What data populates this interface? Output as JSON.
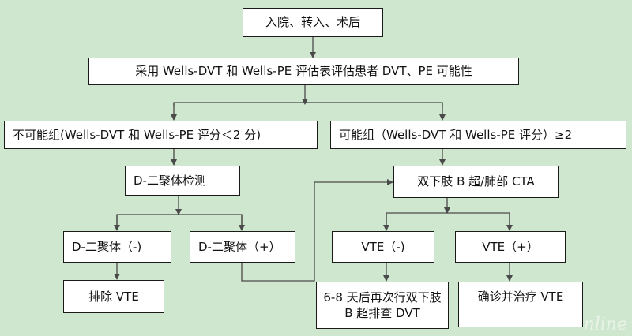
{
  "nodes": {
    "admission": "入院、转入、术后",
    "assessment": "采用 Wells-DVT 和 Wells-PE 评估表评估患者 DVT、PE 可能性",
    "unlikely": "不可能组(Wells-DVT 和 Wells-PE 评分＜2 分)",
    "likely": "可能组（Wells-DVT 和 Wells-PE 评分）≥2",
    "ddimer_test": "D-二聚体检测",
    "ultrasound": "双下肢 B 超/肺部 CTA",
    "ddimer_neg": "D-二聚体（-)",
    "ddimer_pos": "D-二聚体（+）",
    "vte_neg": "VTE（-)",
    "vte_pos": "VTE（+）",
    "exclude": "排除 VTE",
    "recheck": "6-8 天后再次行双下肢 B 超排查 DVT",
    "treat": "确诊并治疗 VTE"
  },
  "watermark": "nline",
  "colors": {
    "background": "#cfe6cf",
    "box": "#ffffff",
    "line": "#4a4a4a"
  }
}
